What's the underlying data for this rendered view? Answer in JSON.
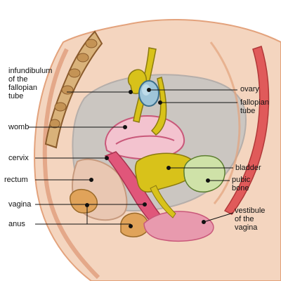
{
  "labels": {
    "infundibulum": "infundibulum\nof the\nfallopian\ntube",
    "womb": "womb",
    "cervix": "cervix",
    "rectum": "rectum",
    "vagina": "vagina",
    "anus": "anus",
    "ovary": "ovary",
    "fallopian_tube": "fallopian\ntube",
    "bladder": "bladder",
    "pubic_bone": "pubic\nbone",
    "vestibule": "vestibule\nof the\nvagina"
  },
  "colors": {
    "skin": "#f2c9a8",
    "skin_edge": "#e3a27c",
    "spine": "#d9b27a",
    "spine_dark": "#8a5b2c",
    "cavity": "#cbc6c1",
    "cavity_dark": "#b5aeaa",
    "womb": "#f3c3cf",
    "womb_edge": "#c9587a",
    "vagina": "#e0567a",
    "tube": "#d8c21a",
    "tube_edge": "#8a7a10",
    "ovary": "#9fc5d9",
    "ovary_edge": "#3b6f8c",
    "bladder": "#d8c21a",
    "pubic_bone": "#cfe2a8",
    "pubic_bone_edge": "#5c7d30",
    "rectum": "#e9c7b2",
    "anus": "#e0a35a",
    "rectus_muscle": "#e05a5a",
    "leader": "#111111",
    "dot": "#111111"
  }
}
